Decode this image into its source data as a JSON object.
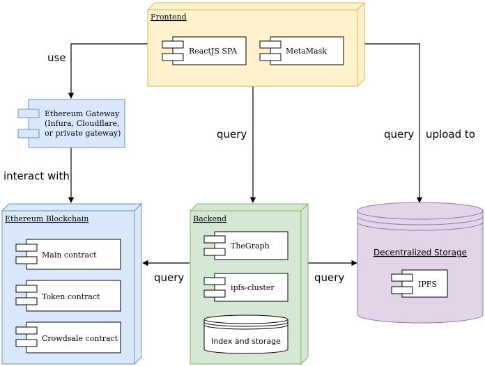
{
  "nodes": {
    "frontend": {
      "title": "Frontend",
      "components": [
        "ReactJS SPA",
        "MetaMask"
      ]
    },
    "gateway": {
      "lines": [
        "Ethereum Gateway",
        "(Infura, Cloudflare,",
        "or private gateway)"
      ]
    },
    "blockchain": {
      "title": "Ethereum Blockchain",
      "components": [
        "Main contract",
        "Token contract",
        "Crowdsale contract"
      ]
    },
    "backend": {
      "title": "Backend",
      "components": [
        "TheGraph",
        "ipfs-cluster"
      ],
      "storage": "Index and storage"
    },
    "decentralized_storage": {
      "title": "Decentralized Storage",
      "components": [
        "IPFS"
      ]
    }
  },
  "edges": {
    "use": "use",
    "interact_with": "interact with",
    "frontend_backend_query": "query",
    "frontend_storage_query": "query",
    "upload_to": "upload to",
    "backend_blockchain_query": "query",
    "backend_storage_query": "query"
  },
  "colors": {
    "frontend_fill": "#fff2cc",
    "frontend_stroke": "#d6b656",
    "blue_fill": "#dae8fc",
    "blue_stroke": "#6c8ebf",
    "green_fill": "#d5e8d4",
    "green_stroke": "#82b366",
    "purple_fill": "#e1d5e7",
    "purple_stroke": "#9673a6"
  }
}
